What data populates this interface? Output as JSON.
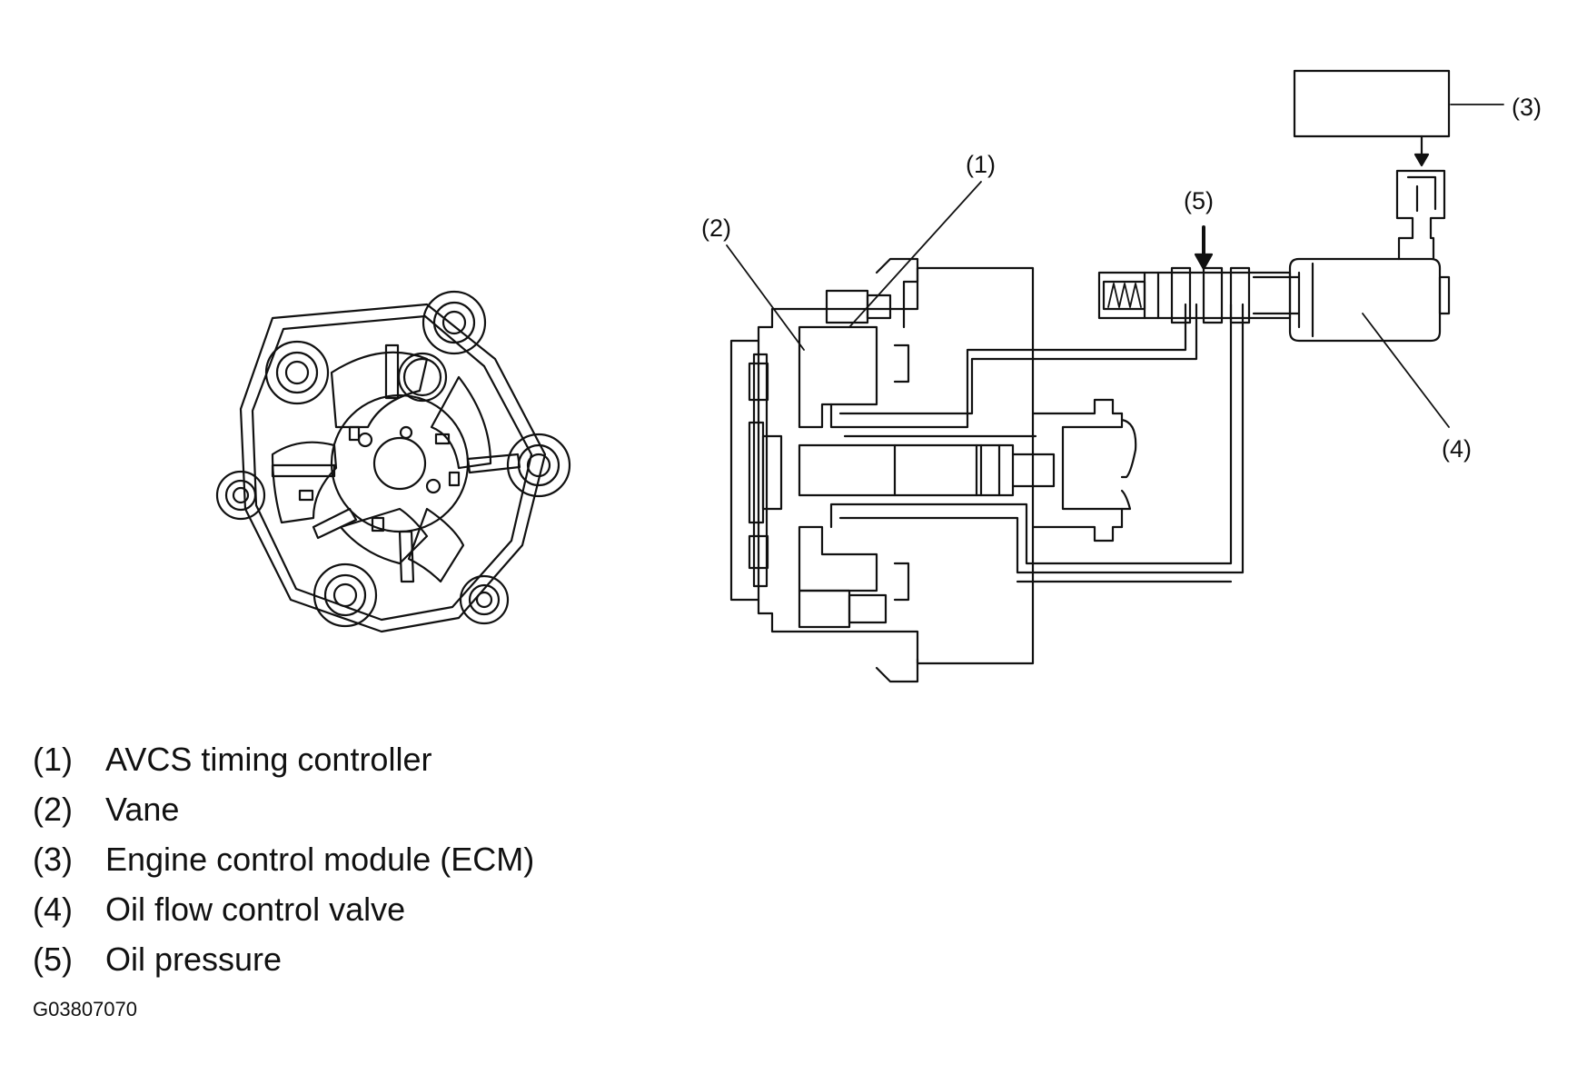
{
  "callouts": {
    "c1": "(1)",
    "c2": "(2)",
    "c3": "(3)",
    "c4": "(4)",
    "c5": "(5)"
  },
  "legend": [
    {
      "number": "(1)",
      "text": "AVCS timing controller"
    },
    {
      "number": "(2)",
      "text": "Vane"
    },
    {
      "number": "(3)",
      "text": "Engine control module (ECM)"
    },
    {
      "number": "(4)",
      "text": "Oil flow control valve"
    },
    {
      "number": "(5)",
      "text": "Oil pressure"
    }
  ],
  "figure_id": "G03807070",
  "colors": {
    "ink": "#111111",
    "paper": "#ffffff"
  }
}
